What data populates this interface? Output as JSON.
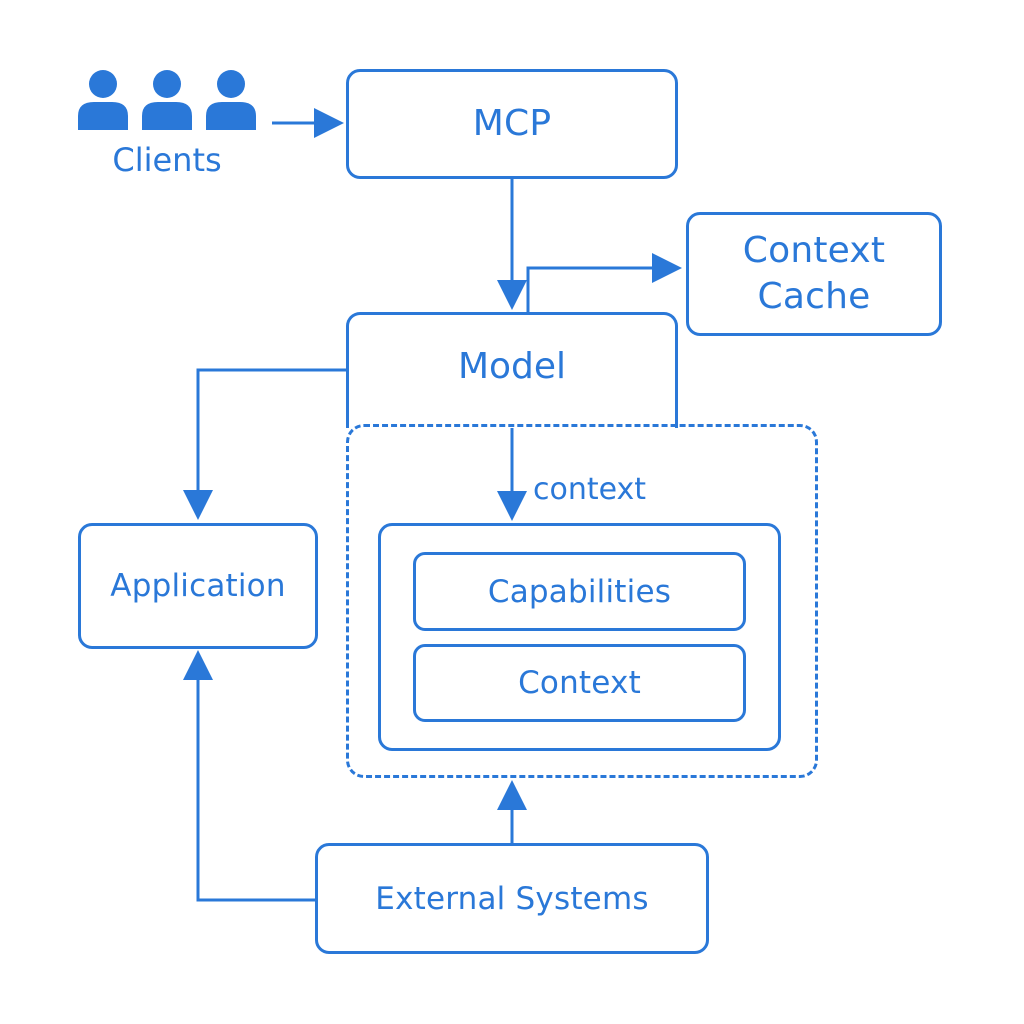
{
  "colors": {
    "accent": "#2a78d8",
    "background": "#ffffff"
  },
  "clients": {
    "label": "Clients",
    "icon_count": 3,
    "icon": "person-icon"
  },
  "nodes": {
    "mcp": "MCP",
    "context_cache": "Context\nCache",
    "model": "Model",
    "context_edge_label": "context",
    "capabilities": "Capabilities",
    "context": "Context",
    "application": "Application",
    "external_systems": "External Systems"
  }
}
